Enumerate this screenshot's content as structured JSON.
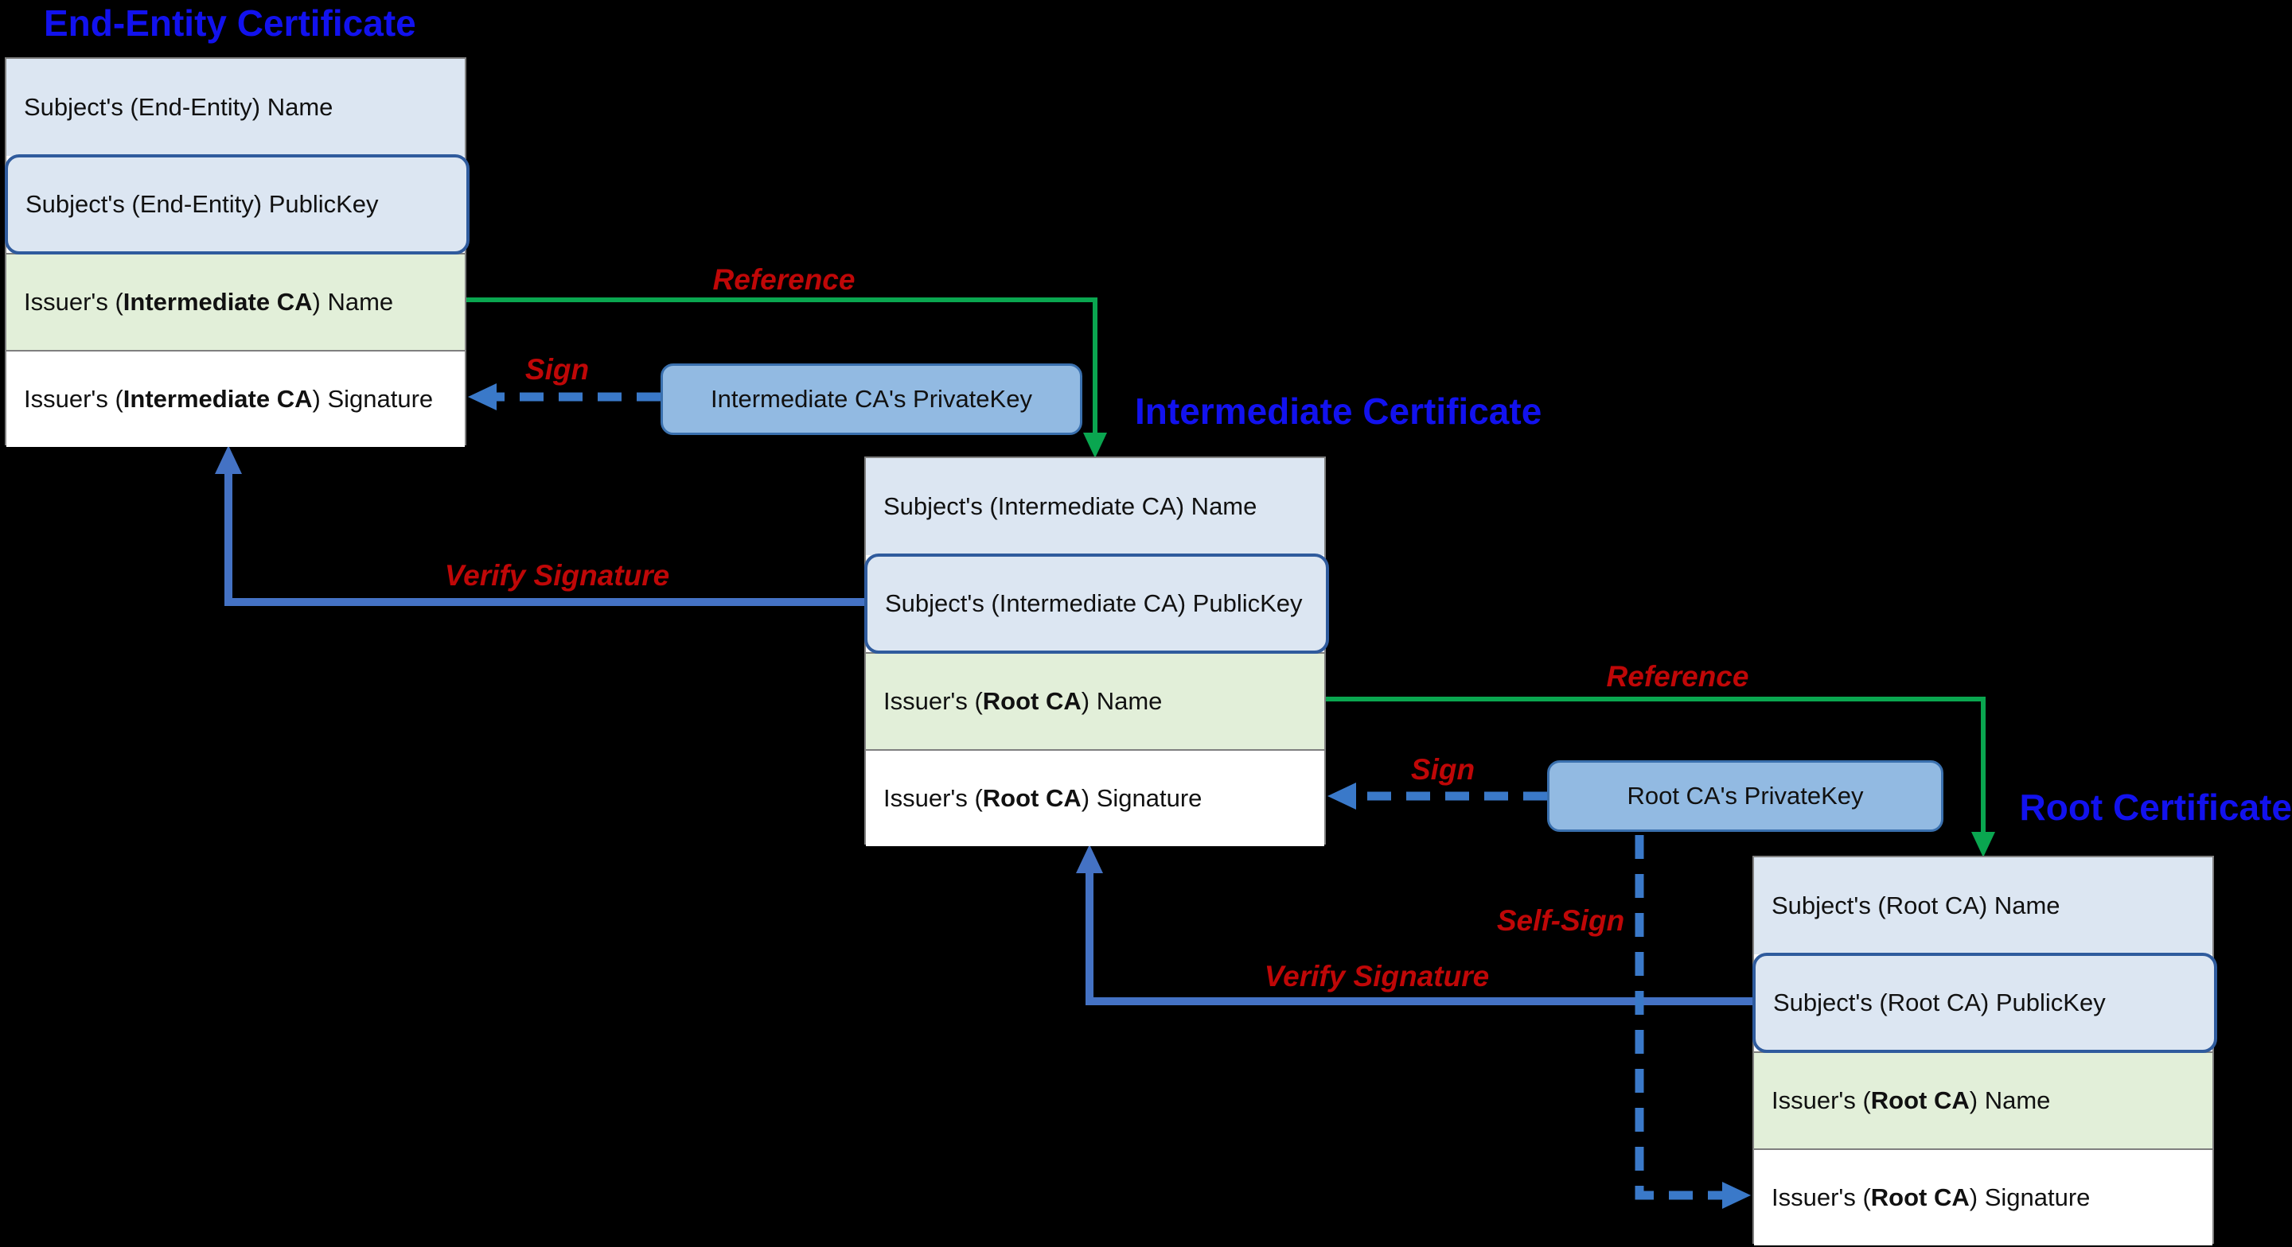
{
  "colors": {
    "bg": "#000000",
    "title_blue": "#1212ee",
    "label_red": "#bf0707",
    "green": "#0aa650",
    "blue_solid": "#4472c4",
    "blue_dashed": "#3a79c9",
    "row_blue": "#dce6f2",
    "row_blue_border": "#2f5b9d",
    "row_green": "#e2efd9",
    "row_white": "#ffffff",
    "box_border": "#7f7f7f",
    "pk_fill": "#92bae2",
    "pk_border": "#3a70ae",
    "text": "#111111"
  },
  "certs": [
    {
      "title": "End-Entity Certificate",
      "rows": [
        {
          "pre": "Subject's (End-Entity) Name",
          "bold": "",
          "suf": ""
        },
        {
          "pre": "Subject's (End-Entity) PublicKey",
          "bold": "",
          "suf": ""
        },
        {
          "pre": "Issuer's (",
          "bold": "Intermediate CA",
          "suf": ") Name"
        },
        {
          "pre": "Issuer's (",
          "bold": "Intermediate CA",
          "suf": ") Signature"
        }
      ]
    },
    {
      "title": "Intermediate Certificate",
      "rows": [
        {
          "pre": "Subject's (Intermediate CA) Name",
          "bold": "",
          "suf": ""
        },
        {
          "pre": "Subject's (Intermediate CA) PublicKey",
          "bold": "",
          "suf": ""
        },
        {
          "pre": "Issuer's (",
          "bold": "Root CA",
          "suf": ") Name"
        },
        {
          "pre": "Issuer's (",
          "bold": "Root CA",
          "suf": ") Signature"
        }
      ]
    },
    {
      "title": "Root Certificate",
      "rows": [
        {
          "pre": "Subject's (Root CA) Name",
          "bold": "",
          "suf": ""
        },
        {
          "pre": "Subject's (Root CA) PublicKey",
          "bold": "",
          "suf": ""
        },
        {
          "pre": "Issuer's (",
          "bold": "Root CA",
          "suf": ") Name"
        },
        {
          "pre": "Issuer's (",
          "bold": "Root CA",
          "suf": ") Signature"
        }
      ]
    }
  ],
  "keys": [
    {
      "label": "Intermediate CA's PrivateKey"
    },
    {
      "label": "Root CA's PrivateKey"
    }
  ],
  "edge_labels": {
    "reference1": "Reference",
    "sign1": "Sign",
    "verify1": "Verify Signature",
    "reference2": "Reference",
    "sign2": "Sign",
    "self_sign": "Self-Sign",
    "verify2": "Verify Signature"
  }
}
